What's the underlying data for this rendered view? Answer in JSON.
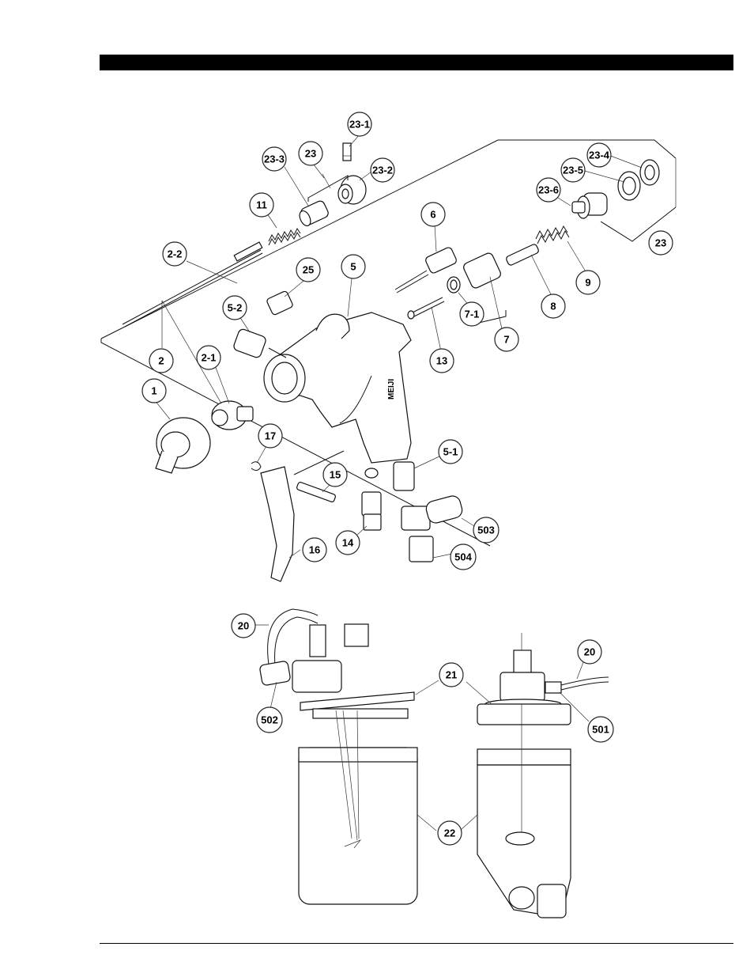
{
  "labels": [
    {
      "id": "23-1",
      "text": "23-1"
    },
    {
      "id": "23-3",
      "text": "23-3"
    },
    {
      "id": "23a",
      "text": "23"
    },
    {
      "id": "23-2",
      "text": "23-2"
    },
    {
      "id": "11",
      "text": "11"
    },
    {
      "id": "23-4",
      "text": "23-4"
    },
    {
      "id": "23-5",
      "text": "23-5"
    },
    {
      "id": "23-6",
      "text": "23-6"
    },
    {
      "id": "23b",
      "text": "23"
    },
    {
      "id": "6",
      "text": "6"
    },
    {
      "id": "2-2",
      "text": "2-2"
    },
    {
      "id": "25",
      "text": "25"
    },
    {
      "id": "5",
      "text": "5"
    },
    {
      "id": "9",
      "text": "9"
    },
    {
      "id": "8",
      "text": "8"
    },
    {
      "id": "7-1",
      "text": "7-1"
    },
    {
      "id": "5-2",
      "text": "5-2"
    },
    {
      "id": "7",
      "text": "7"
    },
    {
      "id": "13",
      "text": "13"
    },
    {
      "id": "2",
      "text": "2"
    },
    {
      "id": "2-1",
      "text": "2-1"
    },
    {
      "id": "1",
      "text": "1"
    },
    {
      "id": "17",
      "text": "17"
    },
    {
      "id": "5-1",
      "text": "5-1"
    },
    {
      "id": "15",
      "text": "15"
    },
    {
      "id": "503",
      "text": "503"
    },
    {
      "id": "14",
      "text": "14"
    },
    {
      "id": "16",
      "text": "16"
    },
    {
      "id": "504",
      "text": "504"
    },
    {
      "id": "20a",
      "text": "20"
    },
    {
      "id": "20b",
      "text": "20"
    },
    {
      "id": "21",
      "text": "21"
    },
    {
      "id": "502",
      "text": "502"
    },
    {
      "id": "501",
      "text": "501"
    },
    {
      "id": "22",
      "text": "22"
    }
  ],
  "gun_marking": "MEIJI"
}
